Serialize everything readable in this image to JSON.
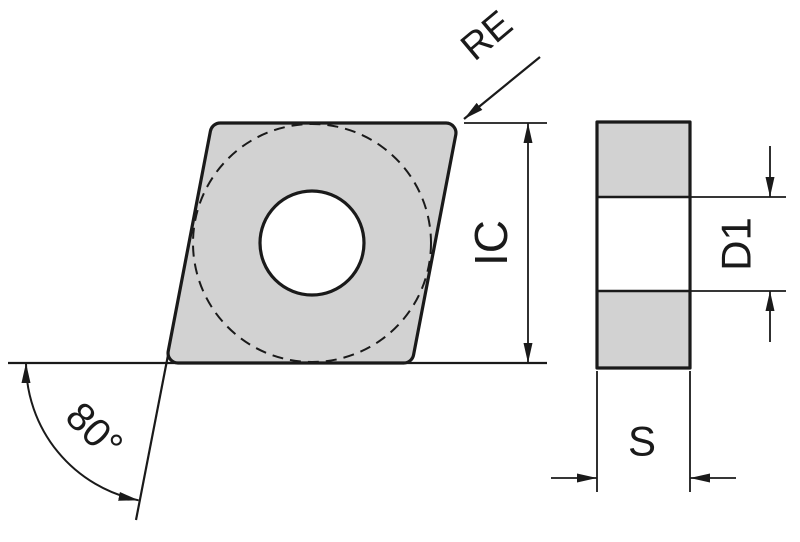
{
  "diagram": {
    "labels": {
      "corner_radius": "RE",
      "inscribed_circle": "IC",
      "angle": "80°",
      "hole_diameter": "D1",
      "thickness": "S"
    },
    "colors": {
      "insert_fill": "#d2d2d2",
      "hole_fill": "#ffffff",
      "line": "#1a1a1a",
      "background": "#ffffff"
    }
  }
}
